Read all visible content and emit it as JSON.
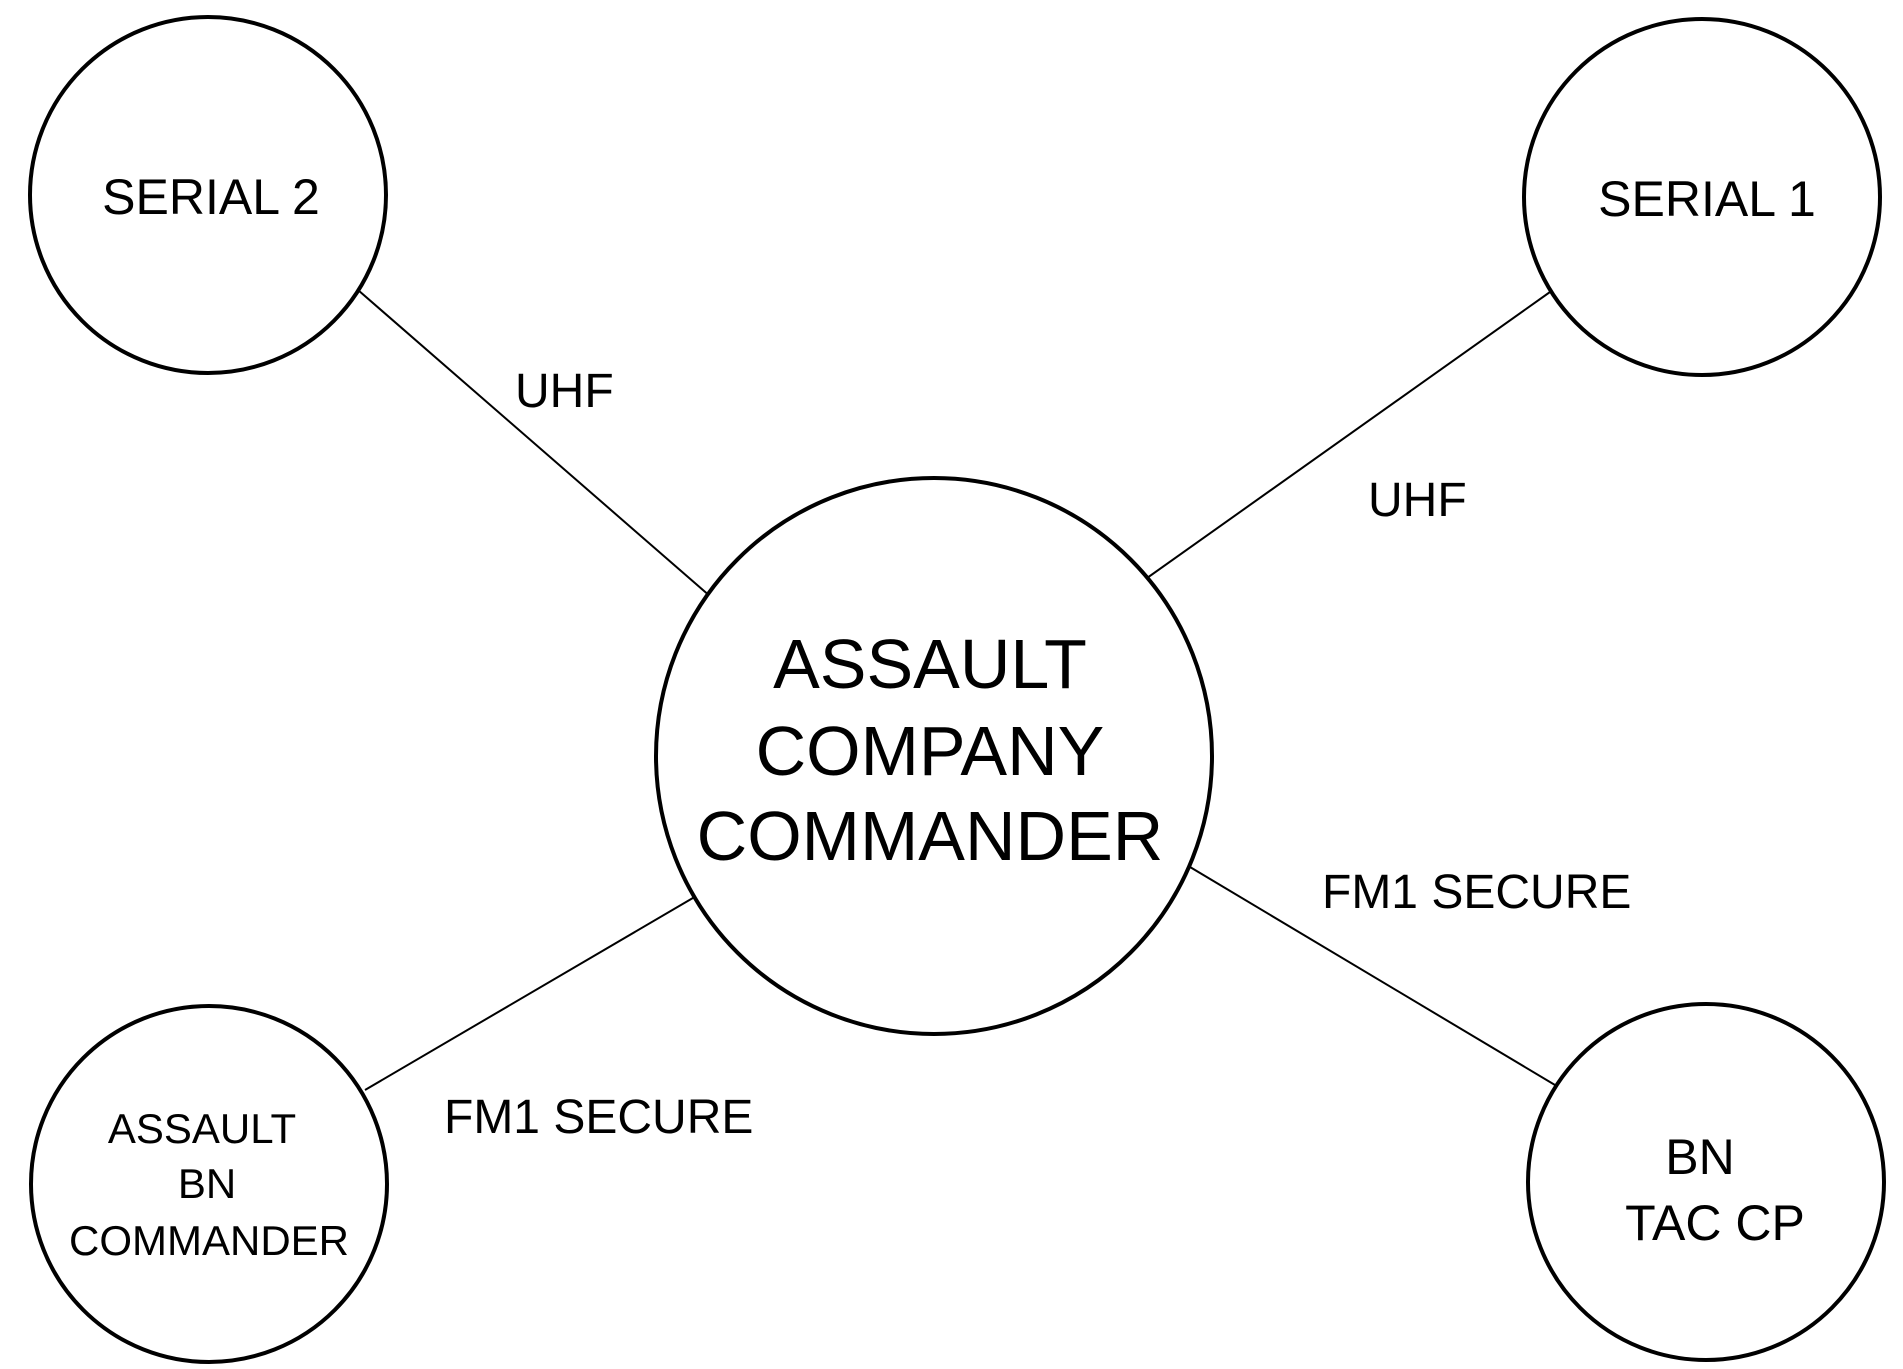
{
  "nodes": {
    "center": {
      "lines": [
        "ASSAULT",
        "COMPANY",
        "COMMANDER"
      ]
    },
    "serial_2": {
      "lines": [
        "SERIAL 2"
      ]
    },
    "serial_1": {
      "lines": [
        "SERIAL 1"
      ]
    },
    "assault_bn_commander": {
      "lines": [
        "ASSAULT",
        "BN",
        "COMMANDER"
      ]
    },
    "bn_tac_cp": {
      "lines": [
        "BN",
        "TAC CP"
      ]
    }
  },
  "links": {
    "serial_2_link": "UHF",
    "serial_1_link": "UHF",
    "bn_tac_cp_link": "FM1 SECURE",
    "assault_bn_link": "FM1 SECURE"
  }
}
